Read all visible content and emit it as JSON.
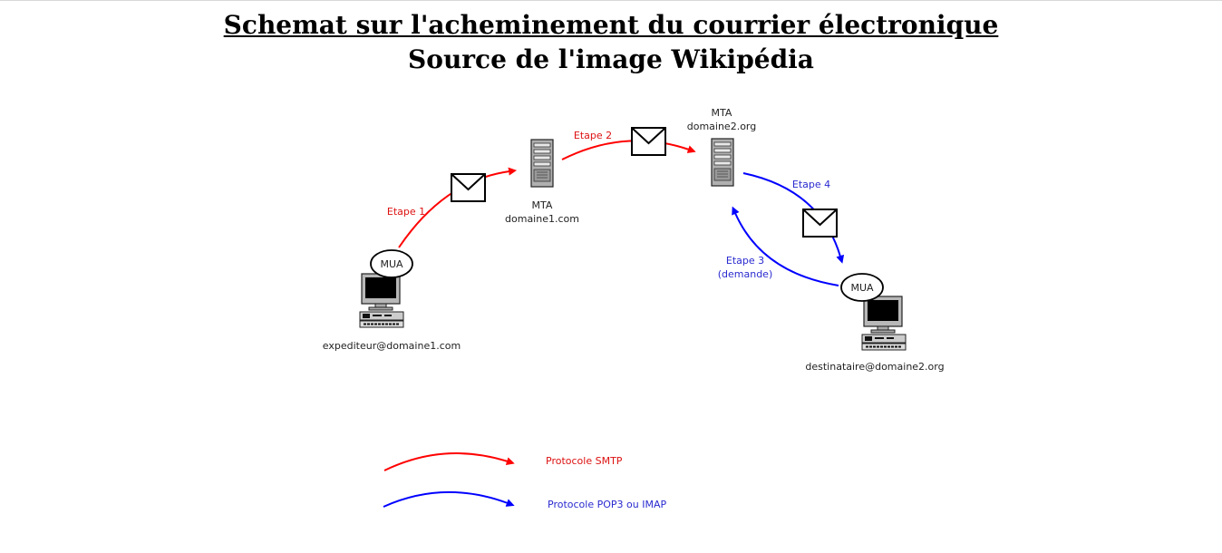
{
  "page": {
    "title": "Schemat sur l'acheminement du courrier électronique",
    "subtitle": "Source de l'image Wikipédia"
  },
  "colors": {
    "smtp": "#ff0000",
    "pop": "#0000ff",
    "smtp_text": "#dd1111",
    "pop_text": "#2a2ad0",
    "text": "#222222"
  },
  "icons": [
    "envelope-icon",
    "server-icon",
    "computer-icon"
  ],
  "diagram": {
    "sender": {
      "mua": "MUA",
      "address": "expediteur@domaine1.com"
    },
    "mta1": {
      "line1": "MTA",
      "line2": "domaine1.com"
    },
    "mta2": {
      "line1": "MTA",
      "line2": "domaine2.org"
    },
    "recipient": {
      "mua": "MUA",
      "address": "destinataire@domaine2.org"
    },
    "steps": {
      "step1": "Etape 1",
      "step2": "Etape 2",
      "step3": "Etape 3",
      "step3_note": "(demande)",
      "step4": "Etape 4"
    }
  },
  "legend": {
    "smtp": "Protocole SMTP",
    "pop": "Protocole POP3 ou IMAP"
  }
}
